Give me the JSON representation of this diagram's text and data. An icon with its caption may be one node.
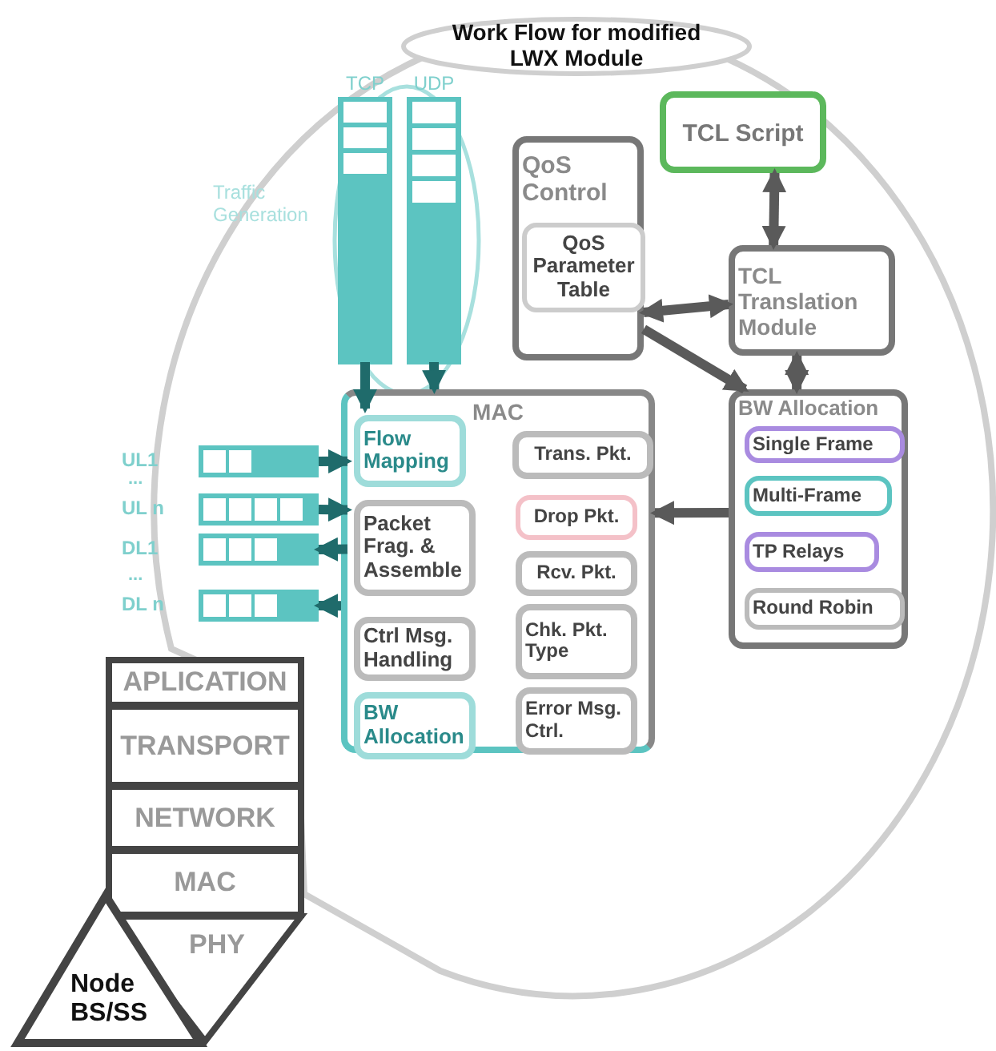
{
  "diagram": {
    "nodes": [
      {
        "text": [
          "Work Flow for modified LWX Module"
        ]
      },
      {
        "text": [
          "Traffic Generation"
        ]
      },
      {
        "text": [
          "TCP"
        ],
        "in": 1
      },
      {
        "text": [
          "UDP"
        ],
        "in": 1
      },
      {
        "text": [
          "QoS Control"
        ]
      },
      {
        "text": [
          "QoS Parameter Table"
        ],
        "in": 4
      },
      {
        "text": [
          "TCL Script"
        ]
      },
      {
        "text": [
          "TCL Translation Module"
        ]
      },
      {
        "text": [
          "MAC"
        ]
      },
      {
        "text": [
          "Flow Mapping"
        ],
        "in": 8
      },
      {
        "text": [
          "Trans. Pkt."
        ],
        "in": 8
      },
      {
        "text": [
          "Packet Frag. & Assemble"
        ],
        "in": 8
      },
      {
        "text": [
          "Drop Pkt."
        ],
        "in": 8
      },
      {
        "text": [
          "Rcv. Pkt."
        ],
        "in": 8
      },
      {
        "text": [
          "Ctrl Msg. Handling"
        ],
        "in": 8
      },
      {
        "text": [
          "Chk. Pkt. Type"
        ],
        "in": 8
      },
      {
        "text": [
          "BW Allocation"
        ],
        "in": 8
      },
      {
        "text": [
          "Error Msg. Ctrl."
        ],
        "in": 8
      },
      {
        "text": [
          "BW Allocation"
        ]
      },
      {
        "text": [
          "Single Frame"
        ],
        "in": 18
      },
      {
        "text": [
          "Multi-Frame"
        ],
        "in": 18
      },
      {
        "text": [
          "TP Relays"
        ],
        "in": 18
      },
      {
        "text": [
          "Round Robin"
        ],
        "in": 18
      },
      {
        "text": [
          "UL1"
        ]
      },
      {
        "text": [
          "UL n"
        ]
      },
      {
        "text": [
          "DL1"
        ]
      },
      {
        "text": [
          "DL n"
        ]
      },
      {
        "text": [
          "APLICATION"
        ]
      },
      {
        "text": [
          "TRANSPORT"
        ]
      },
      {
        "text": [
          "NETWORK"
        ]
      },
      {
        "text": [
          "MAC"
        ]
      },
      {
        "text": [
          "PHY"
        ]
      },
      {
        "text": [
          "Node BS/SS"
        ]
      }
    ],
    "edges": [
      {
        "from": 2,
        "to": 9,
        "arrow": "to"
      },
      {
        "from": 3,
        "to": 8,
        "arrow": "to"
      },
      {
        "from": 6,
        "to": 7,
        "arrow": "both",
        "color": "#5a5a5a"
      },
      {
        "from": 4,
        "to": 7,
        "arrow": "both",
        "color": "#5a5a5a"
      },
      {
        "from": 4,
        "to": 18,
        "arrow": "to",
        "color": "#5a5a5a"
      },
      {
        "from": 7,
        "to": 18,
        "arrow": "both",
        "color": "#5a5a5a"
      },
      {
        "from": 18,
        "to": 8,
        "arrow": "to",
        "color": "#5a5a5a"
      },
      {
        "from": 23,
        "to": 9,
        "arrow": "to"
      },
      {
        "from": 24,
        "to": 11,
        "arrow": "to"
      },
      {
        "from": 11,
        "to": 25,
        "arrow": "to"
      },
      {
        "from": 8,
        "to": 26,
        "arrow": "to"
      }
    ],
    "labels": [
      "...",
      "..."
    ]
  }
}
